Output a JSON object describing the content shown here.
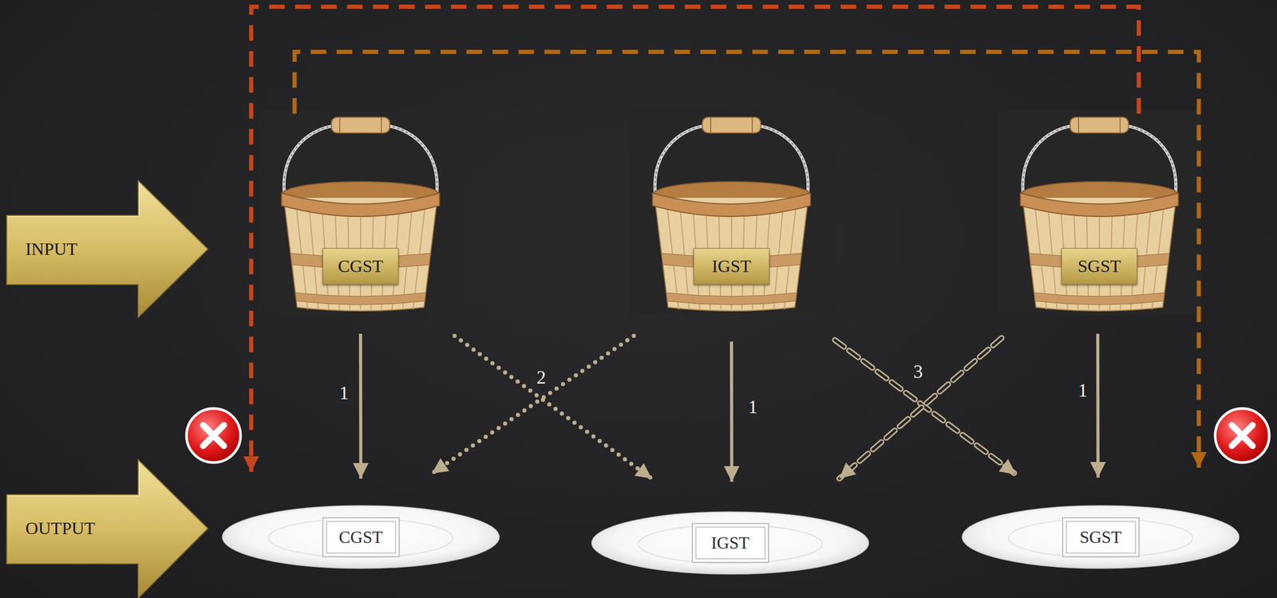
{
  "diagram": {
    "nodes": [
      {
        "text": [
          "INPUT"
        ]
      },
      {
        "text": [
          "CGST"
        ]
      },
      {
        "text": [
          "IGST"
        ]
      },
      {
        "text": [
          "SGST"
        ]
      },
      {
        "text": [
          "OUTPUT"
        ]
      },
      {
        "text": [
          "CGST"
        ]
      },
      {
        "text": [
          "IGST"
        ]
      },
      {
        "text": [
          "SGST"
        ]
      }
    ],
    "edges": [
      {
        "from": 1,
        "to": 5,
        "arrow": "to",
        "label": "1"
      },
      {
        "from": 2,
        "to": 6,
        "arrow": "to",
        "label": "1"
      },
      {
        "from": 3,
        "to": 7,
        "arrow": "to",
        "label": "1"
      },
      {
        "from": 1,
        "to": 6,
        "arrow": "to",
        "label": "2"
      },
      {
        "from": 2,
        "to": 5,
        "arrow": "to"
      },
      {
        "from": 2,
        "to": 7,
        "arrow": "to",
        "label": "3"
      },
      {
        "from": 3,
        "to": 6,
        "arrow": "to"
      },
      {
        "from": 3,
        "to": 5,
        "arrow": "to"
      },
      {
        "from": 1,
        "to": 7,
        "arrow": "to"
      }
    ]
  }
}
